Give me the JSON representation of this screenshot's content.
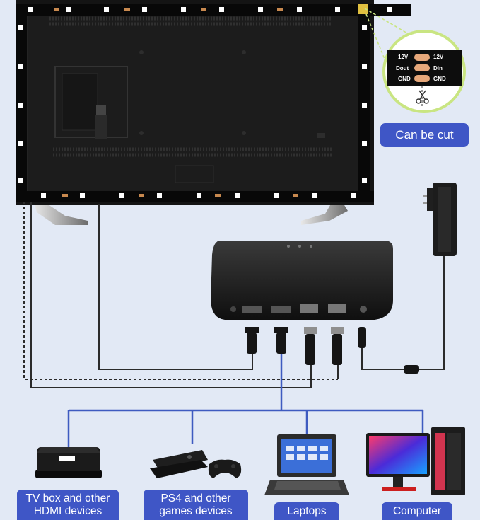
{
  "colors": {
    "background": "#e2e9f5",
    "label_blue": "#3f56c6",
    "cable_blue": "#3e5bc0",
    "tv_body": "#141414",
    "zoom_green": "#c9e582"
  },
  "callout": {
    "cut_label": "Can be cut",
    "pins_left": [
      "12V",
      "Dout",
      "GND"
    ],
    "pins_right": [
      "12V",
      "Din",
      "GND"
    ],
    "icon": "scissors-icon"
  },
  "devices": [
    {
      "id": "tvbox",
      "label": "TV box and other\nHDMI devices",
      "icon": "tv-box-icon"
    },
    {
      "id": "ps4",
      "label": "PS4 and other\ngames devices",
      "icon": "game-console-icon"
    },
    {
      "id": "laptop",
      "label": "Laptops",
      "icon": "laptop-icon"
    },
    {
      "id": "pc",
      "label": "Computer",
      "icon": "desktop-computer-icon"
    }
  ]
}
